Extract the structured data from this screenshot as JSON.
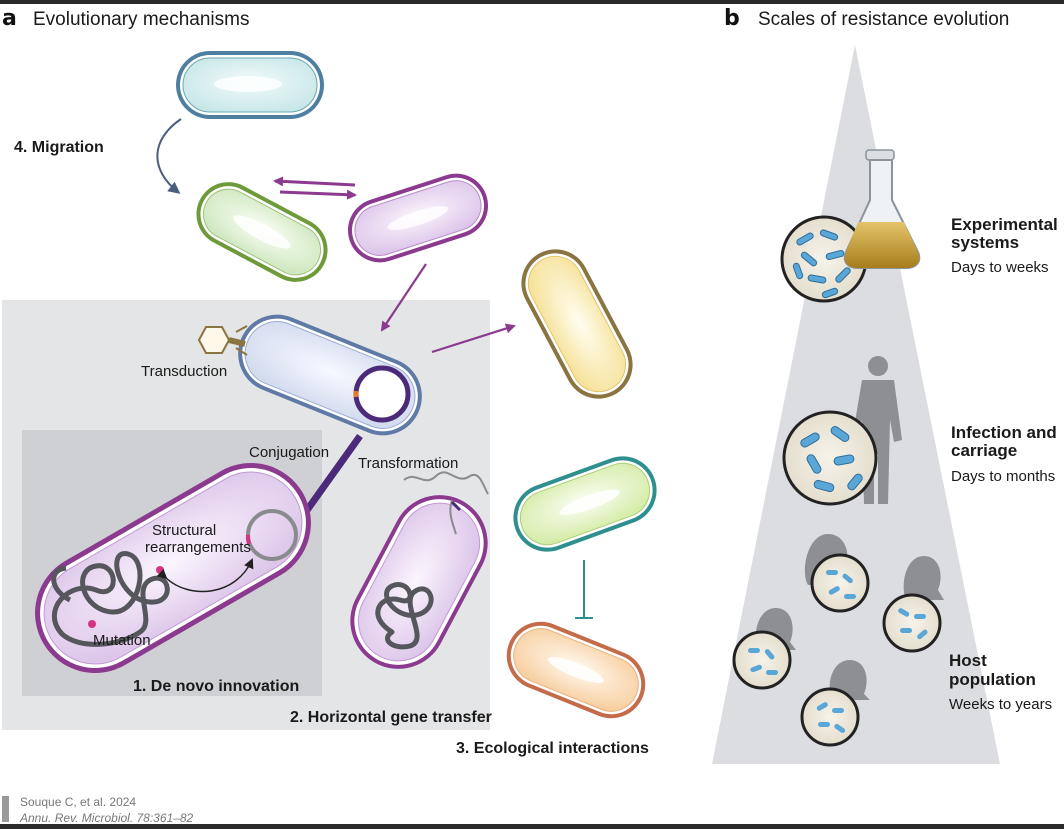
{
  "panel_a": {
    "letter": "a",
    "title": "Evolutionary mechanisms",
    "labels": {
      "migration": "4. Migration",
      "transduction": "Transduction",
      "conjugation": "Conjugation",
      "transformation": "Transformation",
      "structural_1": "Structural",
      "structural_2": "rearrangements",
      "mutation": "Mutation",
      "de_novo": "1. De novo innovation",
      "hgt": "2. Horizontal gene transfer",
      "ecological": "3. Ecological interactions"
    }
  },
  "panel_b": {
    "letter": "b",
    "title": "Scales of resistance evolution",
    "scales": [
      {
        "heading_1": "Experimental",
        "heading_2": "systems",
        "duration": "Days to weeks"
      },
      {
        "heading_1": "Infection and",
        "heading_2": "carriage",
        "duration": "Days to months"
      },
      {
        "heading_1": "Host",
        "heading_2": "population",
        "duration": "Weeks to years"
      }
    ]
  },
  "citation": {
    "line1": "Souque C, et al. 2024",
    "line2": "Annu. Rev. Microbiol. 78:361–82"
  },
  "colors": {
    "accent_purple": "#8b3a8f",
    "arrow_blue": "#4a5f7d",
    "inhibition_teal": "#2f8f8f",
    "box_outer": "#e4e5e7",
    "box_inner": "#cfd0d3",
    "cone": "#dcdde0"
  }
}
